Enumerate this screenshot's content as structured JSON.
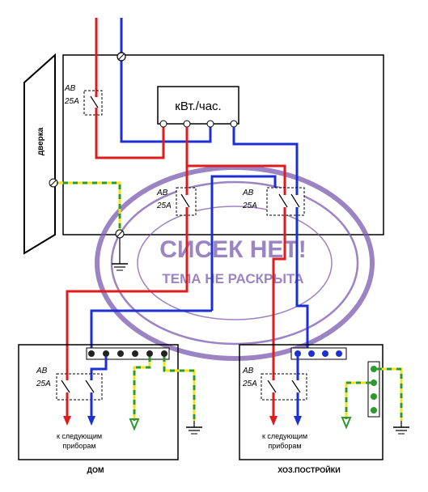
{
  "meter": {
    "label": "кВт./час."
  },
  "door": {
    "label": "дверка"
  },
  "breakers": {
    "main": {
      "name": "АВ",
      "rating": "25А"
    },
    "house_feed": {
      "name": "АВ",
      "rating": "25А"
    },
    "out_feed": {
      "name": "АВ",
      "rating": "25А"
    },
    "house_local": {
      "name": "АВ",
      "rating": "25А"
    },
    "out_local": {
      "name": "АВ",
      "rating": "25А"
    }
  },
  "panels": {
    "house": {
      "caption": "ДОМ",
      "next_line1": "к следующим",
      "next_line2": "приборам"
    },
    "outbuildings": {
      "caption": "ХОЗ.ПОСТРОЙКИ",
      "next_line1": "к следующим",
      "next_line2": "приборам"
    }
  },
  "stamp": {
    "main": "СИСЕК НЕТ!",
    "sub": "ТЕМА НЕ РАСКРЫТА",
    "color": "#7a5bb0"
  },
  "colors": {
    "phase": "#e01b1b",
    "neutral": "#1c2fd0",
    "ground_yellow": "#f2e21a",
    "ground_green": "#2a9a2a"
  }
}
